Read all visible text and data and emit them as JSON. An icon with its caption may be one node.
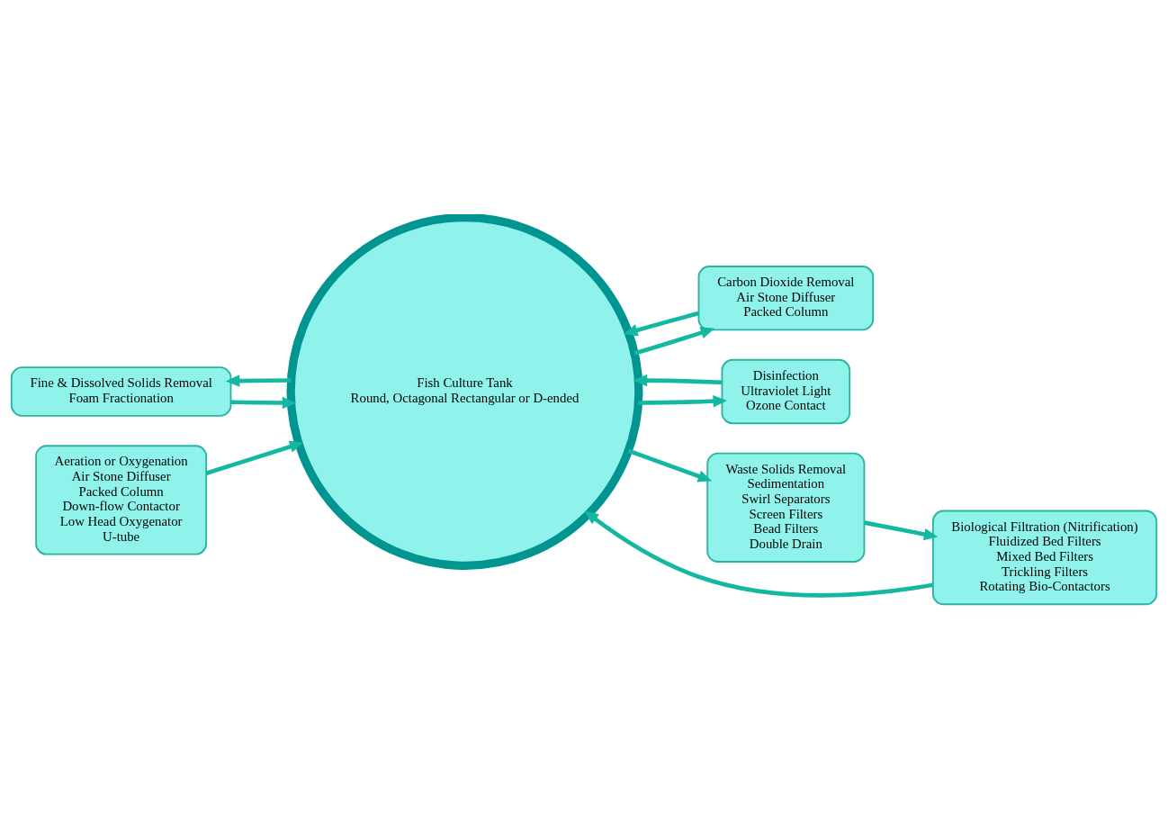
{
  "diagram": {
    "nodes": [
      {
        "text": [
          "Fine & Dissolved Solids Removal",
          "Foam Fractionation"
        ]
      },
      {
        "text": [
          "Fish Culture Tank",
          "Round, Octagonal Rectangular or D-ended"
        ]
      },
      {
        "text": [
          "Carbon Dioxide Removal",
          "Air Stone Diffuser",
          "Packed Column"
        ]
      },
      {
        "text": [
          "Aeration or Oxygenation",
          "Air Stone Diffuser",
          "Packed Column",
          "Down-flow Contactor",
          "Low Head Oxygenator",
          "U-tube"
        ]
      },
      {
        "text": [
          "Disinfection",
          "Ultraviolet Light",
          "Ozone Contact"
        ]
      },
      {
        "text": [
          "Waste Solids Removal",
          "Sedimentation",
          "Swirl Separators",
          "Screen Filters",
          "Bead Filters",
          "Double Drain"
        ]
      },
      {
        "text": [
          "Biological Filtration (Nitrification)",
          "Fluidized Bed Filters",
          "Mixed Bed Filters",
          "Trickling Filters",
          "Rotating Bio-Contactors"
        ]
      }
    ],
    "edges": [
      {
        "from": 0,
        "to": 1,
        "arrow": "to"
      },
      {
        "from": 1,
        "to": 0,
        "arrow": "to"
      },
      {
        "from": 1,
        "to": 2,
        "arrow": "to"
      },
      {
        "from": 2,
        "to": 1,
        "arrow": "to"
      },
      {
        "from": 3,
        "to": 1,
        "arrow": "to"
      },
      {
        "from": 1,
        "to": 4,
        "arrow": "to"
      },
      {
        "from": 4,
        "to": 1,
        "arrow": "to"
      },
      {
        "from": 1,
        "to": 5,
        "arrow": "to"
      },
      {
        "from": 5,
        "to": 6,
        "arrow": "to"
      },
      {
        "from": 6,
        "to": 1,
        "arrow": "to"
      }
    ]
  }
}
